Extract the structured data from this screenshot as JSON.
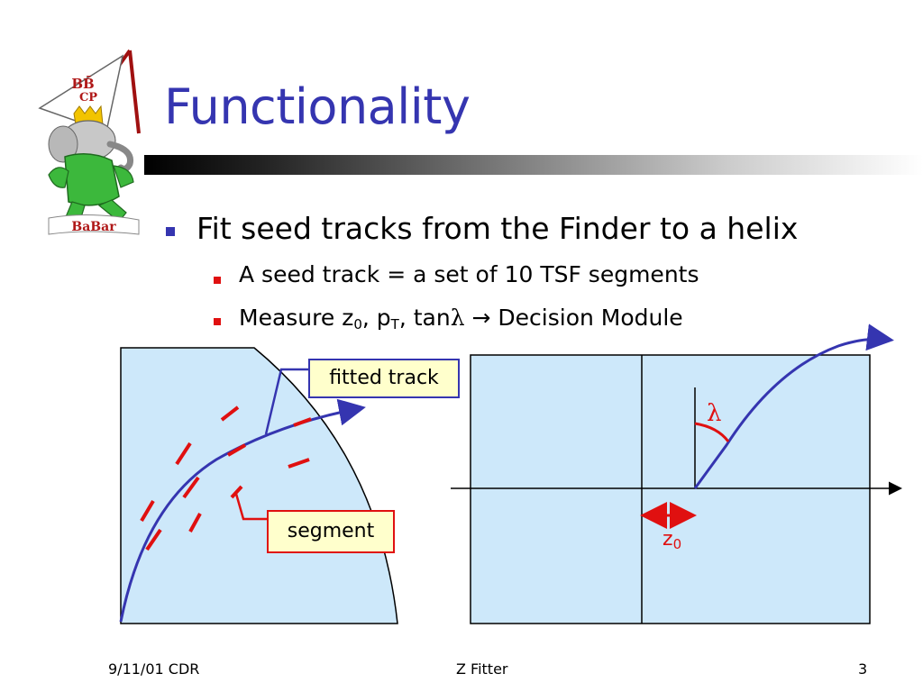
{
  "slide": {
    "title": "Functionality",
    "bullets": {
      "level1": "Fit seed tracks from the Finder to a helix",
      "level2_a": "A seed track = a set of 10 TSF segments",
      "level2_b": {
        "prefix": "Measure z",
        "z_sub": "0",
        "mid1": ", p",
        "p_sub": "T",
        "mid2": ", tan",
        "lambda": "λ",
        "arrow": "→",
        "suffix": " Decision Module"
      }
    }
  },
  "logo": {
    "flag_text_top": "BB̄",
    "flag_text_bottom": "CP",
    "banner_text": "BaBar",
    "banner_ba1": "B",
    "banner_a1": "A",
    "banner_b2": "B",
    "banner_ar": "AR"
  },
  "diagram_left": {
    "label_fitted_track": "fitted track",
    "label_segment": "segment"
  },
  "diagram_right": {
    "label_lambda": "λ",
    "label_z": "z",
    "label_z_sub": "0"
  },
  "footer": {
    "left": "9/11/01 CDR",
    "center": "Z Fitter",
    "right": "3"
  },
  "colors": {
    "title": "#3535b0",
    "track": "#3535b0",
    "segment": "#e01010",
    "panel_fill": "#cde8fa",
    "label_box_fill": "#ffffcc"
  }
}
